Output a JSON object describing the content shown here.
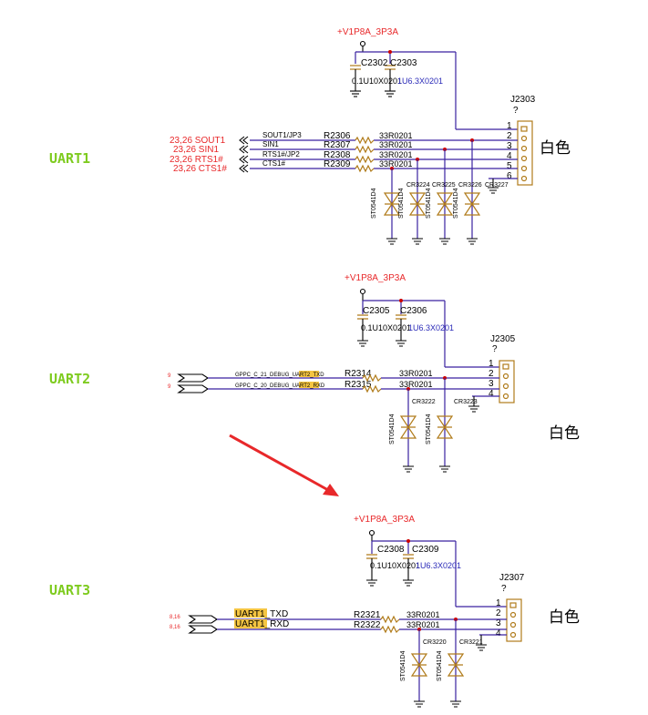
{
  "labels": {
    "uart1": "UART1",
    "uart2": "UART2",
    "uart3": "UART3",
    "white": "白色"
  },
  "power": {
    "block1": "+V1P8A_3P3A",
    "block2": "+V1P8A_3P3A",
    "block3": "+V1P8A_3P3A"
  },
  "block1": {
    "caps": [
      "C2302",
      "C2303"
    ],
    "cap_vals": [
      "0.1U10X0201",
      "1U6.3X0201"
    ],
    "connector": "J2303",
    "connector_sub": "?",
    "pins": [
      "1",
      "2",
      "3",
      "4",
      "5",
      "6"
    ],
    "off_page": [
      "23,26 SOUT1",
      "23,26 SIN1",
      "23,26 RTS1#",
      "23,26 CTS1#"
    ],
    "nets": [
      "SOUT1/JP3",
      "SIN1",
      "RTS1#/JP2",
      "CTS1#"
    ],
    "resistors": [
      "R2306",
      "R2307",
      "R2308",
      "R2309"
    ],
    "res_vals": [
      "33R0201",
      "33R0201",
      "33R0201",
      "33R0201"
    ],
    "diodes": [
      "CR3224",
      "CR3225",
      "CR3226",
      "CR3227"
    ],
    "diode_parts": [
      "ST0541D4",
      "ST0541D4",
      "ST0541D4",
      "ST0541D4"
    ]
  },
  "block2": {
    "caps": [
      "C2305",
      "C2306"
    ],
    "cap_vals": [
      "0.1U10X0201",
      "1U6.3X0201"
    ],
    "connector": "J2305",
    "connector_sub": "?",
    "pins": [
      "1",
      "2",
      "3",
      "4"
    ],
    "port_refs": [
      "9",
      "9"
    ],
    "nets": [
      "GPPC_C_21_DEBUG_UART2_TXD",
      "GPPC_C_20_DEBUG_UART2_RXD"
    ],
    "resistors": [
      "R2314",
      "R2315"
    ],
    "res_vals": [
      "33R0201",
      "33R0201"
    ],
    "diodes": [
      "CR3222",
      "CR3223"
    ],
    "diode_parts": [
      "ST0541D4",
      "ST0541D4"
    ]
  },
  "block3": {
    "caps": [
      "C2308",
      "C2309"
    ],
    "cap_vals": [
      "0.1U10X0201",
      "1U6.3X0201"
    ],
    "connector": "J2307",
    "connector_sub": "?",
    "pins": [
      "1",
      "2",
      "3",
      "4"
    ],
    "port_refs": [
      "8,16",
      "8,16"
    ],
    "nets": [
      "UART1_TXD",
      "UART1_RXD"
    ],
    "resistors": [
      "R2321",
      "R2322"
    ],
    "res_vals": [
      "33R0201",
      "33R0201"
    ],
    "diodes": [
      "CR3220",
      "CR3221"
    ],
    "diode_parts": [
      "ST0541D4",
      "ST0541D4"
    ]
  },
  "colors": {
    "wire": "#3a22a0",
    "label_red": "#e8282a",
    "uart_green": "#7ecb1f",
    "connector_orange": "#b07b1a",
    "highlight": "#f5c542"
  }
}
